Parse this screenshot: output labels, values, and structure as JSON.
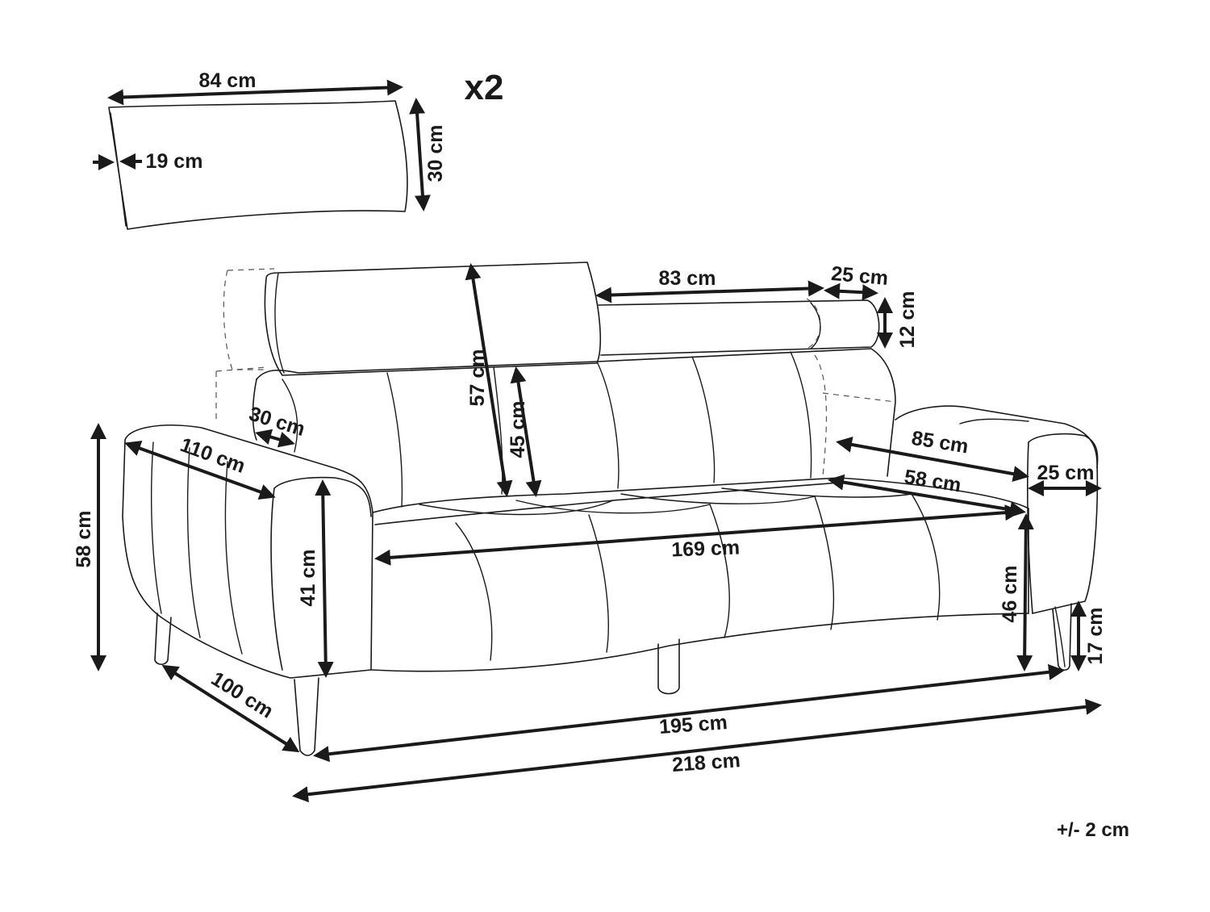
{
  "pillow": {
    "quantity_label": "x2",
    "width": "84 cm",
    "height": "30 cm",
    "depth": "19 cm"
  },
  "sofa": {
    "headrest_height": "57 cm",
    "headrest_width": "83 cm",
    "headrest_depth": "25 cm",
    "headrest_thickness": "12 cm",
    "back_height": "45 cm",
    "backrest_depth": "30 cm",
    "armrest_length": "110 cm",
    "seat_width_total": "85 cm",
    "seat_depth": "58 cm",
    "armrest_width": "25 cm",
    "seat_width": "169 cm",
    "total_height": "58 cm",
    "armrest_height": "41 cm",
    "seat_height": "46 cm",
    "leg_height": "17 cm",
    "depth": "100 cm",
    "inner_width": "195 cm",
    "total_width": "218 cm"
  },
  "tolerance": "+/- 2 cm",
  "colors": {
    "line": "#1a1a1a"
  }
}
